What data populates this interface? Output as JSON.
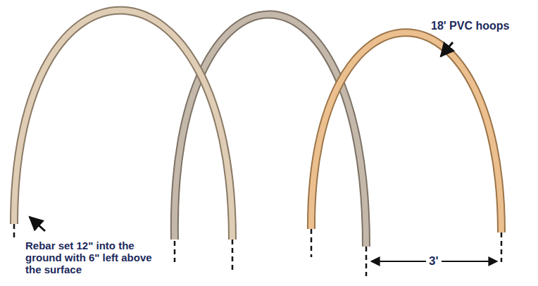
{
  "diagram": {
    "labels": [
      "18' PVC hoops",
      "Rebar set 12\" into the ground with 6\" left above the surface",
      "3'"
    ]
  }
}
